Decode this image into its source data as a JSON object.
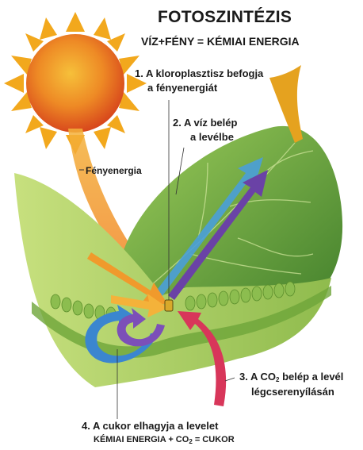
{
  "title": "FOTOSZINTÉZIS",
  "subtitle": "VÍZ+FÉNY = KÉMIAI ENERGIA",
  "labels": {
    "step1_line1": "1. A kloroplasztisz befogja",
    "step1_line2": "a fényenergiát",
    "step2_line1": "2. A víz belép",
    "step2_line2": "a levélbe",
    "light_energy": "Fényenergia",
    "step3_pre": "3. A CO",
    "step3_sub": "2",
    "step3_post": " belép a levél",
    "step3_line2": "légcserenyílásán",
    "step4_line1": "4. A cukor elhagyja a levelet",
    "step4_pre": "KÉMIAI ENERGIA + CO",
    "step4_sub": "2",
    "step4_post": " = CUKOR"
  },
  "colors": {
    "sun": "#f2a81d",
    "sun_core": "#e8621f",
    "leaf_light": "#b3d36b",
    "leaf_dark": "#5f9a3a",
    "water_arrow": "#4a9ed8",
    "light_arrow": "#f09a2c",
    "co2_arrow": "#d8365a",
    "sugar_arrow": "#6a42a6",
    "stem": "#e5a21f"
  }
}
